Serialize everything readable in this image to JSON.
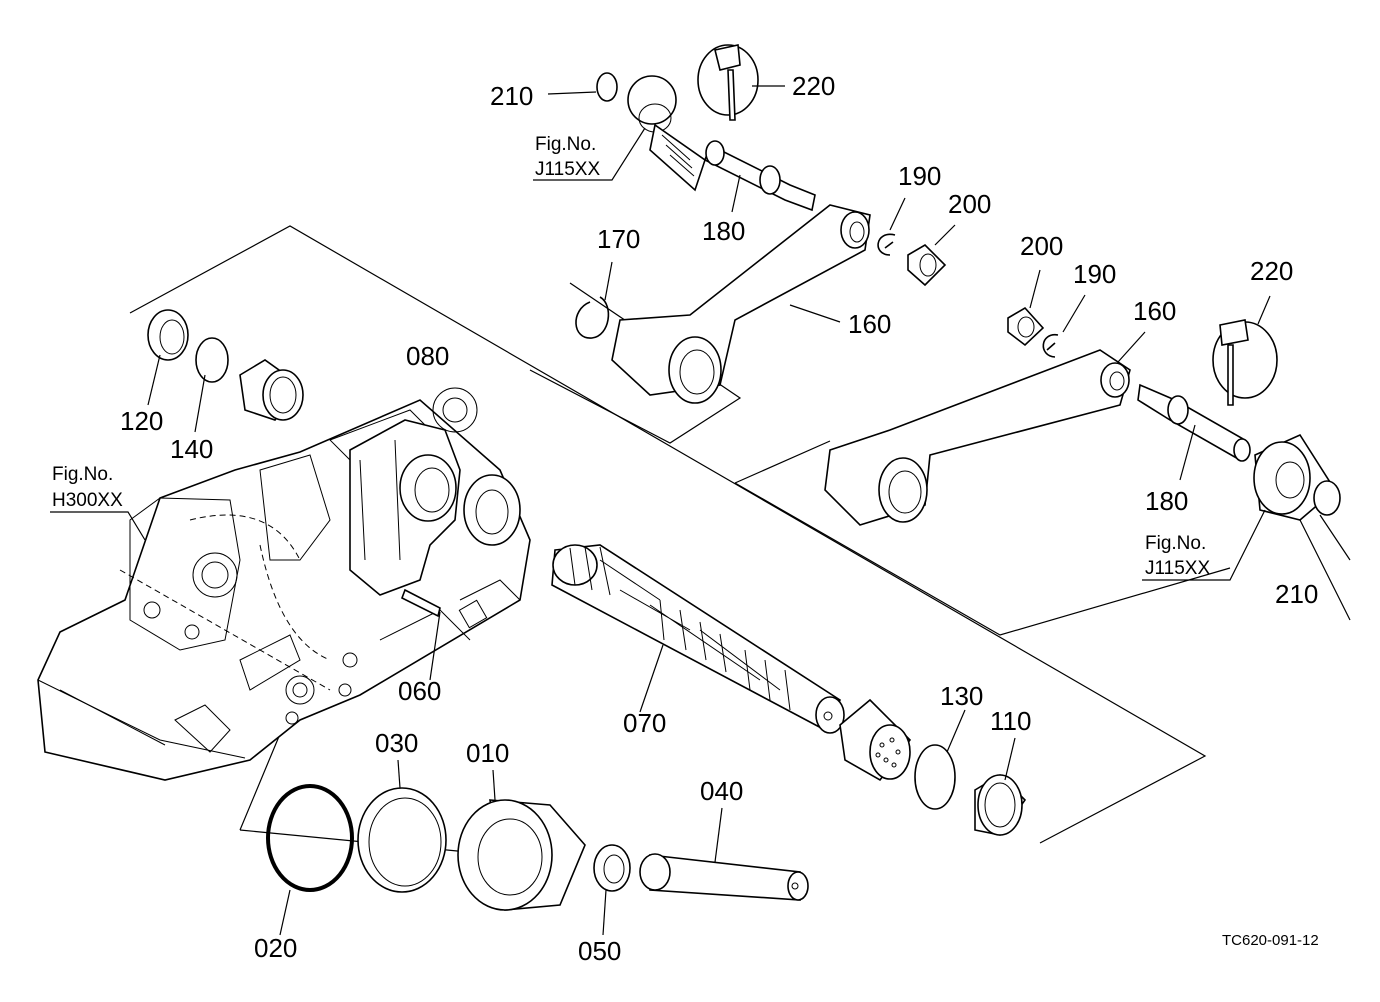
{
  "parts": {
    "p010": "010",
    "p020": "020",
    "p030": "030",
    "p040": "040",
    "p050": "050",
    "p060": "060",
    "p070": "070",
    "p080": "080",
    "p110": "110",
    "p120": "120",
    "p130": "130",
    "p140": "140",
    "p160a": "160",
    "p160b": "160",
    "p170": "170",
    "p180a": "180",
    "p180b": "180",
    "p190a": "190",
    "p190b": "190",
    "p200a": "200",
    "p200b": "200",
    "p210a": "210",
    "p210b": "210",
    "p220a": "220",
    "p220b": "220"
  },
  "refs": {
    "fig_label": "Fig.No.",
    "ref_j115_top": "J115XX",
    "ref_j115_right": "J115XX",
    "ref_h300": "H300XX"
  },
  "drawing_code": "TC620-091-12"
}
